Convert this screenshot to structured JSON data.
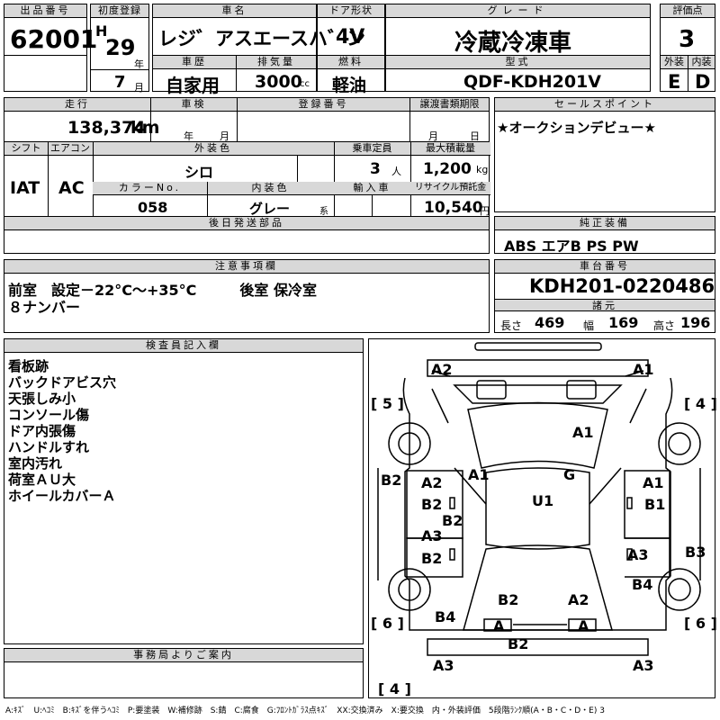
{
  "labels": {
    "lot_no": "出品番号",
    "first_reg": "初度登録",
    "car_name": "車名",
    "door": "ドア形状",
    "grade": "グレード",
    "score": "評価点",
    "era": "H",
    "year_unit": "年",
    "month_unit": "月",
    "history": "車歴",
    "displacement": "排気量",
    "fuel": "燃料",
    "model": "型式",
    "exterior": "外装",
    "interior": "内装",
    "mileage": "走行",
    "inspection": "車検",
    "reg_no": "登録番号",
    "transfer": "譲渡書類期限",
    "sales_point": "セールスポイント",
    "shift": "シフト",
    "aircon": "エアコン",
    "ext_color": "外装色",
    "capacity": "乗車定員",
    "max_load": "最大積載量",
    "color_no": "カラーNo.",
    "int_color": "内装色",
    "import": "輸入車",
    "recycle": "リサイクル預託金",
    "later_parts": "後日発送部品",
    "genuine": "純正装備",
    "caution": "注意事項欄",
    "chassis": "車台番号",
    "specs": "諸元",
    "inspector": "検査員記入欄",
    "office": "事務局よりご案内",
    "person_unit": "人",
    "kg_unit": "kg",
    "yen_unit": "円",
    "cc_unit": "cc",
    "km_unit": "km",
    "int_color_unit": "系",
    "length": "長さ",
    "width": "幅",
    "height": "高さ"
  },
  "vehicle": {
    "lot_no": "62001",
    "year": "29",
    "month": "7",
    "name": "レジ゛アスエースハ゛ン",
    "door": "4V",
    "grade": "冷蔵冷凍車",
    "score": "3",
    "history": "自家用",
    "displacement": "3000",
    "fuel": "軽油",
    "model": "QDF-KDH201V",
    "exterior_grade": "E",
    "interior_grade": "D",
    "mileage": "138,374",
    "shift": "IAT",
    "aircon": "AC",
    "ext_color": "シロ",
    "capacity": "3",
    "max_load": "1,200",
    "color_no": "058",
    "int_color": "グレー",
    "recycle": "10,540",
    "sales_point": "★オークションデビュー★",
    "genuine": "ABS エアB PS PW",
    "chassis_no": "KDH201-0220486",
    "length": "469",
    "width": "169",
    "height": "196"
  },
  "caution_lines": [
    "前室　設定－22°C～+35°C　　　後室 保冷室",
    "８ナンバー"
  ],
  "inspector_notes": [
    "看板跡",
    "バックドアビス穴",
    "天張しみ小",
    "コンソール傷",
    "ドア内張傷",
    "ハンドルすれ",
    "室内汚れ",
    "荷室ＡＵ大",
    "ホイールカバーＡ"
  ],
  "diagram": {
    "tags": [
      "A2",
      "A1",
      "[ 5 ]",
      "[ 4 ]",
      "A1",
      "B2",
      "A1",
      "A2",
      "G",
      "A1",
      "U1",
      "B2",
      "B1",
      "B2",
      "A3",
      "B3",
      "B2",
      "A3",
      "B4",
      "B2",
      "A2",
      "[ 6 ]",
      "B4",
      "[ 6 ]",
      "A",
      "A",
      "B2",
      "A3",
      "A3",
      "[ 4 ]"
    ]
  },
  "legend": "A:ｷｽﾞ　U:ﾍｺﾐ　B:ｷｽﾞを伴うﾍｺﾐ　P:要塗装　W:補修跡　S:錆　C:腐食　G:ﾌﾛﾝﾄｶﾞﾗｽ点ｷｽﾞ　XX:交換済み　X:要交換　内・外装評価　5段階ﾗﾝｸ順(A・B・C・D・E) 3"
}
